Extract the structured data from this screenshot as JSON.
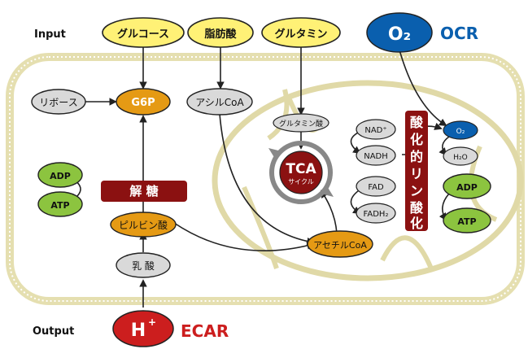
{
  "labels": {
    "input": "Input",
    "output": "Output",
    "ocr": "OCR",
    "ecar": "ECAR"
  },
  "nodes": {
    "glucose": "グルコース",
    "fatty_acid": "脂肪酸",
    "glutamine": "グルタミン",
    "o2": "O₂",
    "ribose": "リボース",
    "g6p": "G6P",
    "acyl_coa": "アシルCoA",
    "glutamic_acid": "グルタミン酸",
    "tca": "TCA",
    "tca_sub": "サイクル",
    "nad_plus": "NAD⁺",
    "nadh": "NADH",
    "fad": "FAD",
    "fadh2": "FADH₂",
    "ox_phos": [
      "酸",
      "化",
      "的",
      "リ",
      "ン",
      "酸",
      "化"
    ],
    "o2_small": "O₂",
    "h2o": "H₂O",
    "adp_right": "ADP",
    "atp_right": "ATP",
    "adp_left": "ADP",
    "atp_left": "ATP",
    "glycolysis": "解 糖",
    "pyruvate": "ピルビン酸",
    "acetyl_coa": "アセチルCoA",
    "lactate": "乳 酸",
    "h_plus": "H",
    "h_plus_sup": "+"
  },
  "colors": {
    "yellow": "#FFF176",
    "orange": "#E59A14",
    "green": "#8CC43F",
    "gray": "#D9D9D9",
    "dark_red": "#8B1111",
    "blue": "#0A5FAE",
    "red": "#CC1E1E",
    "tan": "#E7E0B2"
  }
}
